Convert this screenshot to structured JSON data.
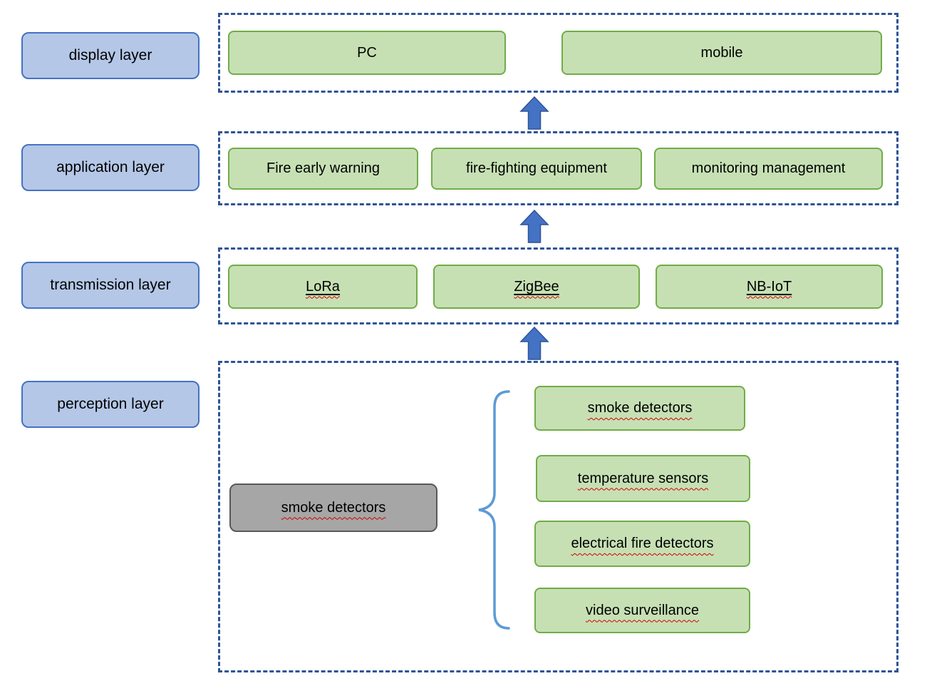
{
  "layers": [
    {
      "label": "display layer",
      "boxes": [
        {
          "label": "PC"
        },
        {
          "label": "mobile"
        }
      ]
    },
    {
      "label": "application layer",
      "boxes": [
        {
          "label": "Fire early warning"
        },
        {
          "label": "fire-fighting equipment"
        },
        {
          "label": "monitoring management"
        }
      ]
    },
    {
      "label": "transmission layer",
      "boxes": [
        {
          "label": "LoRa"
        },
        {
          "label": "ZigBee"
        },
        {
          "label": "NB-IoT"
        }
      ]
    },
    {
      "label": "perception layer",
      "source_box": {
        "label": "smoke detectors"
      },
      "boxes": [
        {
          "label": "smoke detectors"
        },
        {
          "label": "temperature sensors"
        },
        {
          "label": "electrical fire detectors"
        },
        {
          "label": "video surveillance"
        }
      ]
    }
  ],
  "colors": {
    "layer_label_fill": "#b4c7e7",
    "layer_label_border": "#4472c4",
    "green_fill": "#c6e0b4",
    "green_border": "#70ad47",
    "gray_fill": "#a6a6a6",
    "gray_border": "#595959",
    "dashed_border": "#2f5496",
    "arrow_fill": "#4472c4",
    "brace_color": "#5b9bd5"
  }
}
